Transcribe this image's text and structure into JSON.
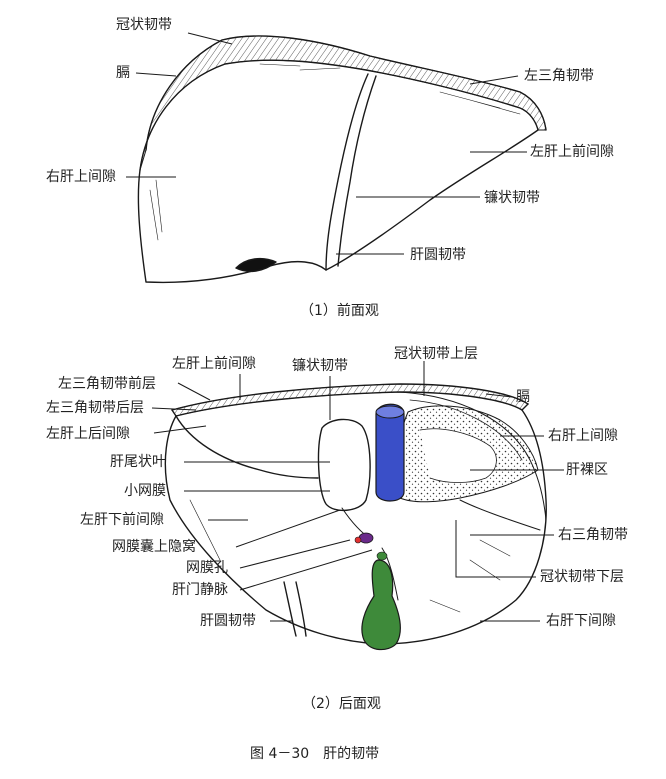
{
  "figure": {
    "caption": "图 4－30　肝的韧带",
    "colors": {
      "ivc": "#3a4fc8",
      "gallbladder": "#3e8a3a",
      "line": "#1a1a1a"
    }
  },
  "top_view": {
    "caption": "（1）前面观",
    "labels": {
      "coronary_lig": "冠状韧带",
      "diaphragm": "膈",
      "left_triangular_lig": "左三角韧带",
      "left_suprahepatic_ant_space": "左肝上前间隙",
      "right_suprahepatic_space": "右肝上间隙",
      "falciform_lig": "镰状韧带",
      "round_lig": "肝圆韧带"
    }
  },
  "bottom_view": {
    "caption": "（2）后面观",
    "labels": {
      "left_suprahepatic_ant_space": "左肝上前间隙",
      "falciform_lig": "镰状韧带",
      "coronary_upper": "冠状韧带上层",
      "left_tri_ant": "左三角韧带前层",
      "left_tri_post": "左三角韧带后层",
      "diaphragm": "膈",
      "left_suprahepatic_post_space": "左肝上后间隙",
      "right_suprahepatic_space": "右肝上间隙",
      "caudate_lobe": "肝尾状叶",
      "bare_area": "肝裸区",
      "lesser_omentum": "小网膜",
      "left_infrahepatic_ant_space": "左肝下前间隙",
      "right_triangular_lig": "右三角韧带",
      "omental_bursa_recess": "网膜囊上隐窝",
      "coronary_lower": "冠状韧带下层",
      "epiploic_foramen": "网膜孔",
      "portal_vein": "肝门静脉",
      "round_lig": "肝圆韧带",
      "right_infrahepatic_space": "右肝下间隙"
    }
  }
}
